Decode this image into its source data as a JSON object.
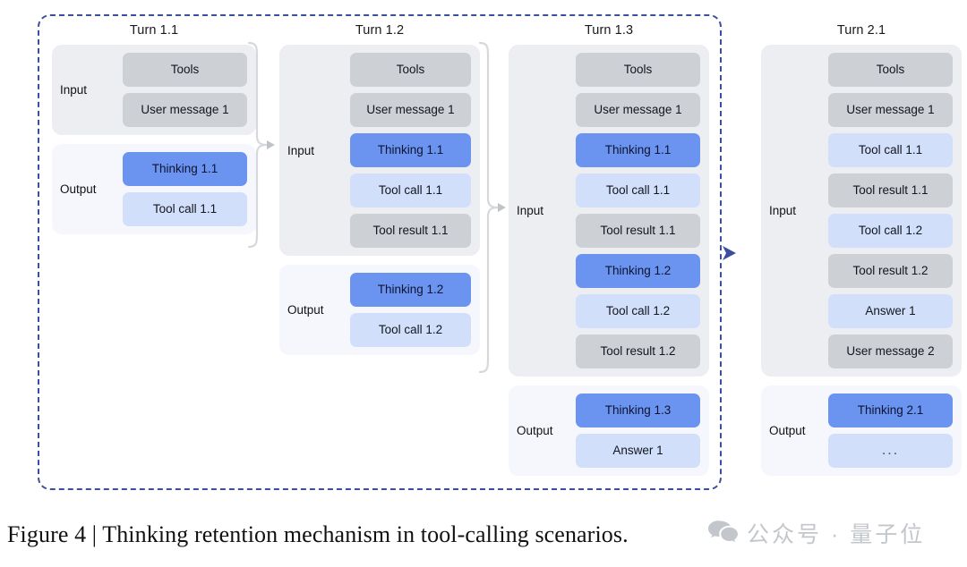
{
  "figure": {
    "caption": "Figure 4 | Thinking retention mechanism in tool-calling scenarios.",
    "colors": {
      "dashed_border": "#3b4f9e",
      "thinking_chip": "#6b94f0",
      "light_blue_chip": "#d2dffb",
      "gray_chip": "#cdd0d4",
      "input_panel": "#eceef2",
      "output_panel": "#f5f7fd",
      "bracket": "#d6d8dc",
      "arrow": "#3b4f9e"
    },
    "labels": {
      "input": "Input",
      "output": "Output"
    },
    "columns": [
      {
        "title": "Turn 1.1",
        "input": [
          {
            "label": "Tools",
            "kind": "gray"
          },
          {
            "label": "User message 1",
            "kind": "gray"
          }
        ],
        "output": [
          {
            "label": "Thinking 1.1",
            "kind": "thinking"
          },
          {
            "label": "Tool call 1.1",
            "kind": "light"
          }
        ]
      },
      {
        "title": "Turn 1.2",
        "input": [
          {
            "label": "Tools",
            "kind": "gray"
          },
          {
            "label": "User message 1",
            "kind": "gray"
          },
          {
            "label": "Thinking 1.1",
            "kind": "thinking"
          },
          {
            "label": "Tool call 1.1",
            "kind": "light"
          },
          {
            "label": "Tool result 1.1",
            "kind": "gray"
          }
        ],
        "output": [
          {
            "label": "Thinking 1.2",
            "kind": "thinking"
          },
          {
            "label": "Tool call 1.2",
            "kind": "light"
          }
        ]
      },
      {
        "title": "Turn 1.3",
        "input": [
          {
            "label": "Tools",
            "kind": "gray"
          },
          {
            "label": "User message 1",
            "kind": "gray"
          },
          {
            "label": "Thinking 1.1",
            "kind": "thinking"
          },
          {
            "label": "Tool call 1.1",
            "kind": "light"
          },
          {
            "label": "Tool result 1.1",
            "kind": "gray"
          },
          {
            "label": "Thinking 1.2",
            "kind": "thinking"
          },
          {
            "label": "Tool call 1.2",
            "kind": "light"
          },
          {
            "label": "Tool result 1.2",
            "kind": "gray"
          }
        ],
        "output": [
          {
            "label": "Thinking 1.3",
            "kind": "thinking"
          },
          {
            "label": "Answer 1",
            "kind": "light"
          }
        ]
      },
      {
        "title": "Turn 2.1",
        "input": [
          {
            "label": "Tools",
            "kind": "gray"
          },
          {
            "label": "User message 1",
            "kind": "gray"
          },
          {
            "label": "Tool call 1.1",
            "kind": "light"
          },
          {
            "label": "Tool result 1.1",
            "kind": "gray"
          },
          {
            "label": "Tool call 1.2",
            "kind": "light"
          },
          {
            "label": "Tool result 1.2",
            "kind": "gray"
          },
          {
            "label": "Answer 1",
            "kind": "light"
          },
          {
            "label": "User message 2",
            "kind": "gray"
          }
        ],
        "output": [
          {
            "label": "Thinking 2.1",
            "kind": "thinking"
          },
          {
            "label": "...",
            "kind": "ellipsis"
          }
        ]
      }
    ]
  },
  "watermark": {
    "text": "公众号 · 量子位",
    "icon": "wechat-bubbles-icon"
  }
}
